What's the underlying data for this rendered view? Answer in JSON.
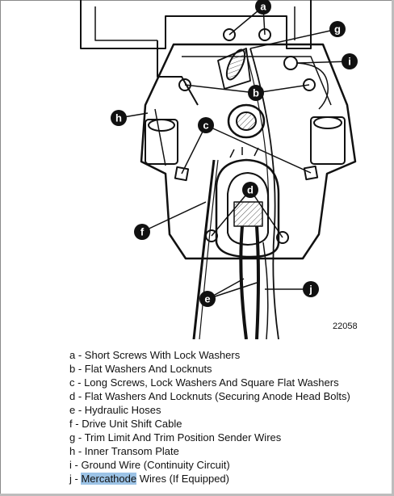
{
  "figure": {
    "number": "22058",
    "callouts": [
      "a",
      "g",
      "i",
      "b",
      "h",
      "c",
      "d",
      "f",
      "e",
      "j"
    ]
  },
  "legend": {
    "items": [
      {
        "letter": "a",
        "text": "Short Screws With Lock Washers"
      },
      {
        "letter": "b",
        "text": "Flat Washers And Locknuts"
      },
      {
        "letter": "c",
        "text": "Long Screws, Lock Washers And Square Flat Washers"
      },
      {
        "letter": "d",
        "text": "Flat Washers And Locknuts (Securing Anode Head Bolts)"
      },
      {
        "letter": "e",
        "text": "Hydraulic Hoses"
      },
      {
        "letter": "f",
        "text": "Drive Unit Shift Cable"
      },
      {
        "letter": "g",
        "text": "Trim Limit And Trim Position Sender Wires"
      },
      {
        "letter": "h",
        "text": "Inner Transom Plate"
      },
      {
        "letter": "i",
        "text": "Ground Wire (Continuity Circuit)"
      },
      {
        "letter": "j",
        "highlighted": "Mercathode",
        "rest": "Wires (If Equipped)"
      }
    ]
  },
  "colors": {
    "line": "#111111",
    "callout_fill": "#111111",
    "highlight": "#9cc3e6",
    "hatch": "#555555"
  }
}
